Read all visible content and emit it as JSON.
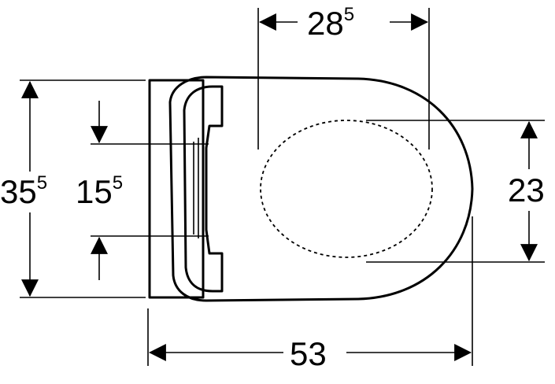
{
  "dimensions": {
    "top_width": {
      "main": "28",
      "sup": "5"
    },
    "total_height": {
      "main": "35",
      "sup": "5"
    },
    "hinge_spacing": {
      "main": "15",
      "sup": "5"
    },
    "opening_height": {
      "main": "23"
    },
    "total_length": {
      "main": "53"
    }
  },
  "colors": {
    "line": "#000000",
    "background": "#ffffff"
  }
}
